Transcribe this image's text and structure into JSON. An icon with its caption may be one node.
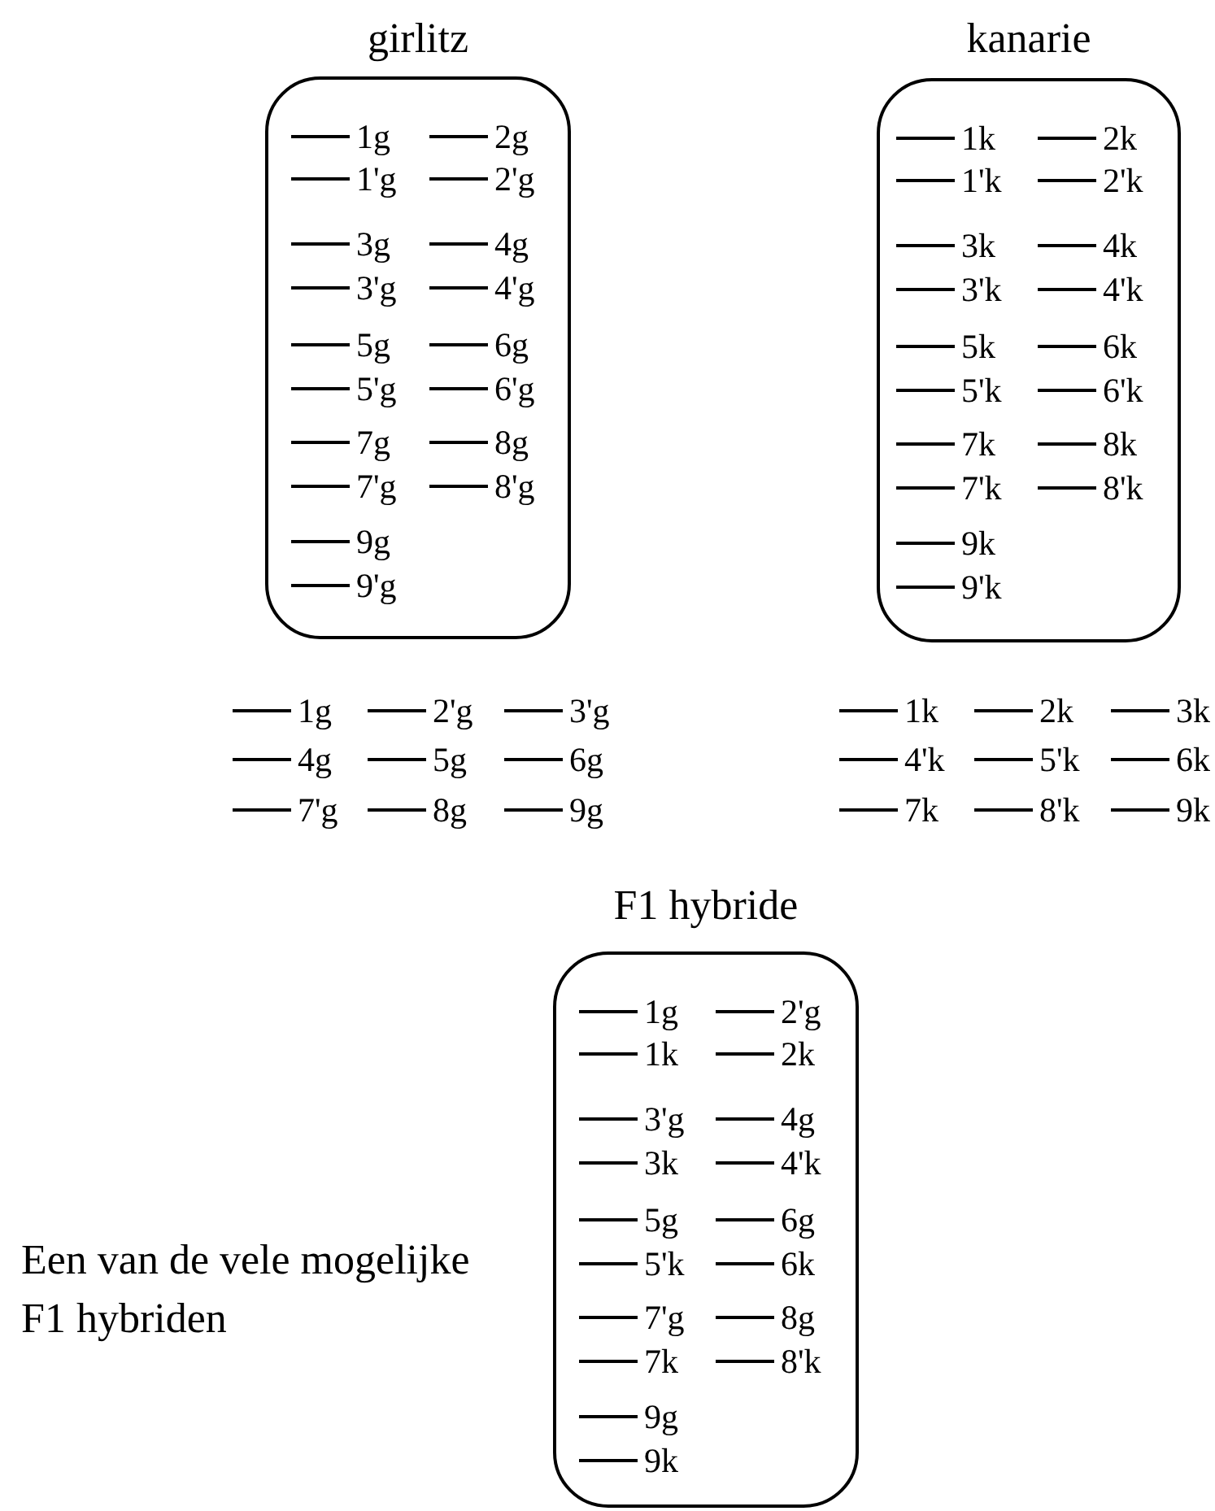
{
  "diagram": {
    "nodes": [
      {
        "text": [
          "girlitz",
          "1g",
          "2g",
          "1'g",
          "2'g",
          "3g",
          "4g",
          "3'g",
          "4'g",
          "5g",
          "6g",
          "5'g",
          "6'g",
          "7g",
          "8g",
          "7'g",
          "8'g",
          "9g",
          "9'g"
        ]
      },
      {
        "text": [
          "kanarie",
          "1k",
          "2k",
          "1'k",
          "2'k",
          "3k",
          "4k",
          "3'k",
          "4'k",
          "5k",
          "6k",
          "5'k",
          "6'k",
          "7k",
          "8k",
          "7'k",
          "8'k",
          "9k",
          "9'k"
        ]
      },
      {
        "text": [
          "F1 hybride",
          "1g",
          "2'g",
          "1k",
          "2k",
          "3'g",
          "4g",
          "3k",
          "4'k",
          "5g",
          "6g",
          "5'k",
          "6k",
          "7'g",
          "8g",
          "7k",
          "8'k",
          "9g",
          "9k"
        ],
        "beside": [
          "Een van de vele mogelijke F1 hybriden"
        ]
      }
    ],
    "labels": [
      "1g",
      "2'g",
      "3'g",
      "4g",
      "5g",
      "6g",
      "7'g",
      "8g",
      "9g",
      "1k",
      "2k",
      "3k",
      "4'k",
      "5'k",
      "6k",
      "7k",
      "8'k",
      "9k"
    ]
  }
}
